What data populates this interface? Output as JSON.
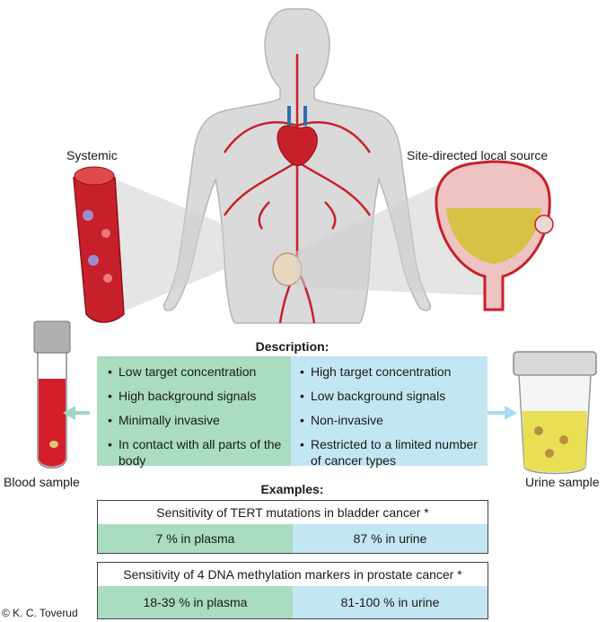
{
  "labels": {
    "systemic": "Systemic",
    "site_directed": "Site-directed local source",
    "blood_sample": "Blood sample",
    "urine_sample": "Urine sample",
    "copyright": "© K. C. Toverud"
  },
  "description": {
    "title": "Description:",
    "blood_points": [
      "Low target concentration",
      "High background signals",
      "Minimally invasive",
      "In contact with all parts of the body"
    ],
    "urine_points": [
      "High target concentration",
      "Low background signals",
      "Non-invasive",
      "Restricted to a limited number of cancer types"
    ]
  },
  "examples": {
    "title": "Examples:",
    "items": [
      {
        "title": "Sensitivity of TERT mutations in bladder cancer *",
        "plasma": "7 % in plasma",
        "urine": "87 % in urine"
      },
      {
        "title": "Sensitivity of 4 DNA methylation markers in prostate cancer *",
        "plasma": "18-39 % in plasma",
        "urine": "81-100 % in urine"
      }
    ]
  },
  "colors": {
    "green": "#a9dcc0",
    "blue": "#c3e6f3",
    "blood": "#c8202a",
    "urine": "#e3d25a",
    "body": "#d9d9d9"
  }
}
